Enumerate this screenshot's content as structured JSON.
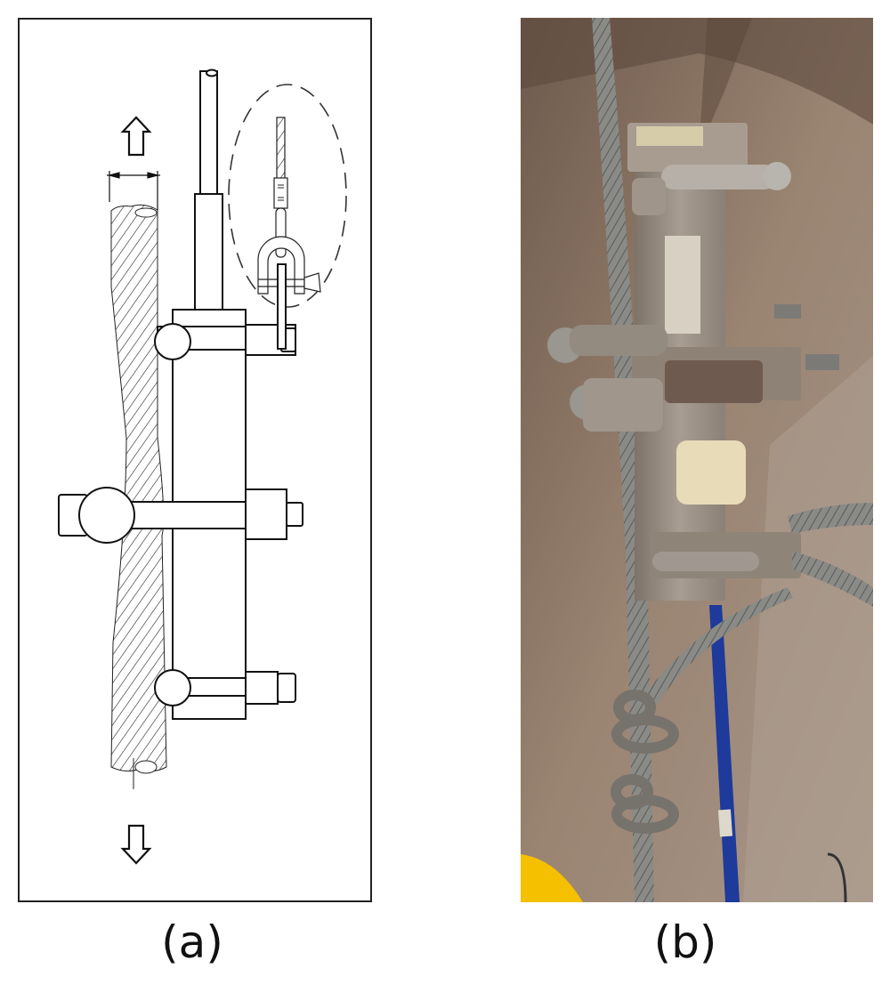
{
  "figure": {
    "panels": [
      {
        "id": "a",
        "label": "(a)",
        "type": "schematic-drawing",
        "description": "Line drawing of clamp-on cable tension sensor attached to a hatched wire rope, with up/down tension arrows, diameter dimension marker, and dashed-ellipse detail of a shackle connection",
        "elements": [
          "up-arrow",
          "down-arrow",
          "diameter-dimension",
          "wire-rope",
          "sensor-body",
          "top-rod",
          "clamp-bolts",
          "shackle-detail"
        ]
      },
      {
        "id": "b",
        "label": "(b)",
        "type": "photograph",
        "description": "Photo of the installed clamp-on tension sensor on a steel wire rope against a concrete wall, with shackles below and a blue cable",
        "colors": {
          "wall": "#8a7565",
          "sensor_metal": "#9a8f84",
          "rope": "#7a7a78",
          "blue_cable": "#1e3a9a",
          "yellow_object": "#f5c000",
          "label_patch": "#e8dcb8"
        }
      }
    ]
  }
}
